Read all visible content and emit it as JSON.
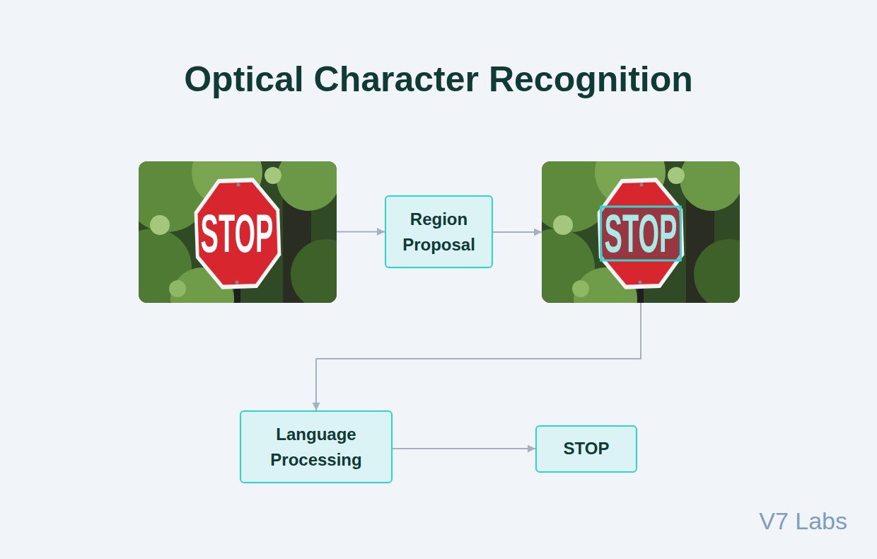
{
  "diagram": {
    "title": "Optical Character Recognition",
    "nodes": [
      {
        "text": [
          "STOP"
        ]
      },
      {
        "text": [
          "Region Proposal"
        ]
      },
      {
        "text": [
          "STOP"
        ]
      },
      {
        "text": [
          "Language Processing"
        ]
      },
      {
        "text": [
          "STOP"
        ]
      }
    ],
    "edges": [
      {
        "from": 0,
        "to": 1,
        "arrow": "to"
      },
      {
        "from": 1,
        "to": 2,
        "arrow": "to"
      },
      {
        "from": 2,
        "to": 3,
        "arrow": "to"
      },
      {
        "from": 3,
        "to": 4,
        "arrow": "to"
      }
    ],
    "labels": [
      "V7 Labs"
    ]
  }
}
